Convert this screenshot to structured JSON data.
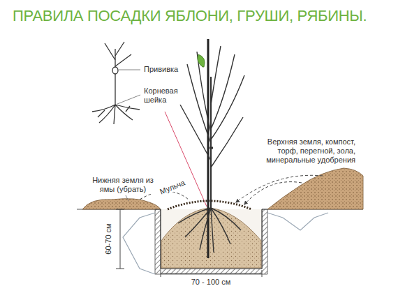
{
  "diagram": {
    "title": "ПРАВИЛА ПОСАДКИ ЯБЛОНИ, ГРУШИ, РЯБИНЫ.",
    "labels": [
      "Прививка",
      "Корневая шейка",
      "Верхняя земля, компост, торф, перегной, зола, минеральные удобрения",
      "Нижняя земля из ямы (убрать)",
      "Мульча",
      "60-70 см",
      "70 - 100 см"
    ]
  }
}
